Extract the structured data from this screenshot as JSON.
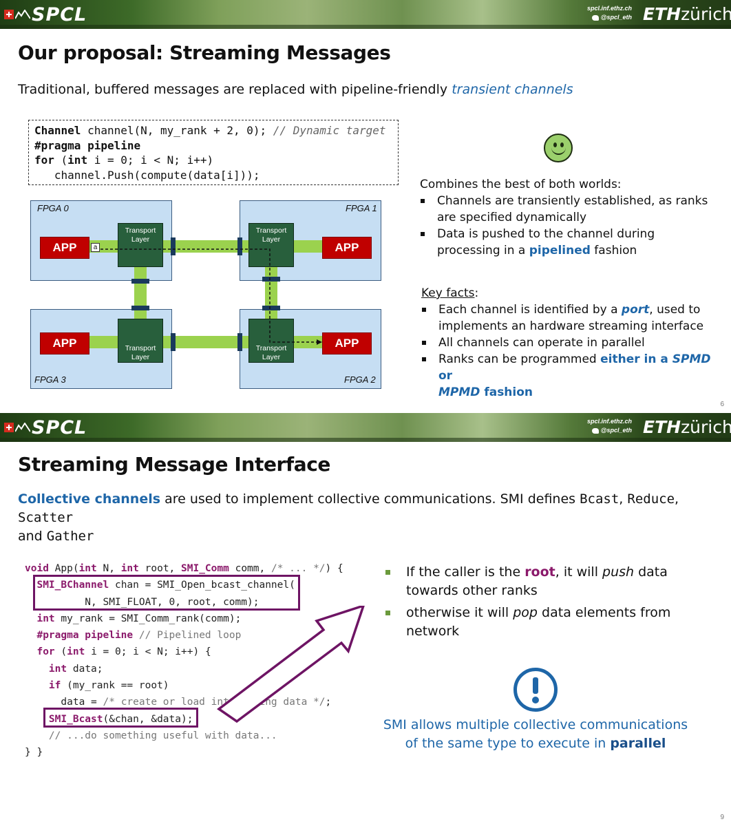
{
  "header": {
    "logo_text": "SPCL",
    "contact_url": "spcl.inf.ethz.ch",
    "contact_handle": "@spcl_eth",
    "eth_bold": "ETH",
    "eth_rest": "zürich"
  },
  "slide1": {
    "title": "Our proposal: Streaming Messages",
    "subtitle_plain": "Traditional, buffered messages are replaced with pipeline-friendly ",
    "subtitle_highlight": "transient channels",
    "code": {
      "l1_kw": "Channel",
      "l1_rest": " channel(N, my_rank + 2, 0); ",
      "l1_comment": "// Dynamic target",
      "l2": "#pragma pipeline",
      "l3_kw1": "for",
      "l3_mid": " (",
      "l3_kw2": "int",
      "l3_rest": " i = 0; i < N; i++)",
      "l4": "   channel.Push(compute(data[i]));"
    },
    "diagram": {
      "fpga0": "FPGA 0",
      "fpga1": "FPGA 1",
      "fpga2": "FPGA 2",
      "fpga3": "FPGA 3",
      "app": "APP",
      "transport_l1": "Transport",
      "transport_l2": "Layer",
      "tag": "a"
    },
    "combines": "Combines the best of both worlds:",
    "bullets1": [
      "Channels are transiently established, as ranks are specified dynamically",
      "Data is pushed to the channel during processing in a "
    ],
    "bullets1_pipelined": "pipelined",
    "bullets1_fashion": " fashion",
    "key_facts": "Key facts",
    "key_facts_colon": ":",
    "kf1_a": "Each channel is identified by a ",
    "kf1_port": "port",
    "kf1_b": ", used to implements an hardware streaming interface",
    "kf2": "All channels can operate in parallel",
    "kf3_a": "Ranks can be programmed ",
    "kf3_b": "either in a ",
    "kf3_spmd": "SPMD",
    "kf3_or": " or",
    "kf3_mpmd": "MPMD",
    "kf3_fashion": " fashion",
    "page": "6"
  },
  "slide2": {
    "title": "Streaming Message Interface",
    "intro_hl": "Collective channels",
    "intro_a": " are used to implement collective communications. SMI defines ",
    "bcast": "Bcast",
    "comma1": ", ",
    "reduce": "Reduce",
    "comma2": ", ",
    "scatter": "Scatter",
    "and": "and ",
    "gather": "Gather",
    "code": [
      "void App(int N, int root, SMI_Comm comm, /* ... */) {",
      "  SMI_BChannel chan = SMI_Open_bcast_channel(",
      "          N, SMI_FLOAT, 0, root, comm);",
      "  int my_rank = SMI_Comm_rank(comm);",
      "  #pragma pipeline // Pipelined loop",
      "  for (int i = 0; i < N; i++) {",
      "    int data;",
      "    if (my_rank == root)",
      "      data = /* create or load interesting data */;",
      "    SMI_Bcast(&chan, &data);",
      "    // ...do something useful with data...",
      "} }"
    ],
    "b1_a": "If the caller is the ",
    "b1_root": "root",
    "b1_b": ", it will ",
    "b1_push": "push",
    "b1_c": " data towards other ranks",
    "b2_a": "otherwise it will ",
    "b2_pop": "pop",
    "b2_b": " data elements from network",
    "note_a": "SMI allows multiple collective communications of the same type to execute in ",
    "note_b": "parallel",
    "page": "9"
  },
  "colors": {
    "accent_blue": "#1e66a8",
    "app_red": "#c00000",
    "transport_green": "#285f3c",
    "link_green": "#9bd24e",
    "fpga_fill": "#c6def3",
    "highlight_purple": "#6e1464"
  }
}
